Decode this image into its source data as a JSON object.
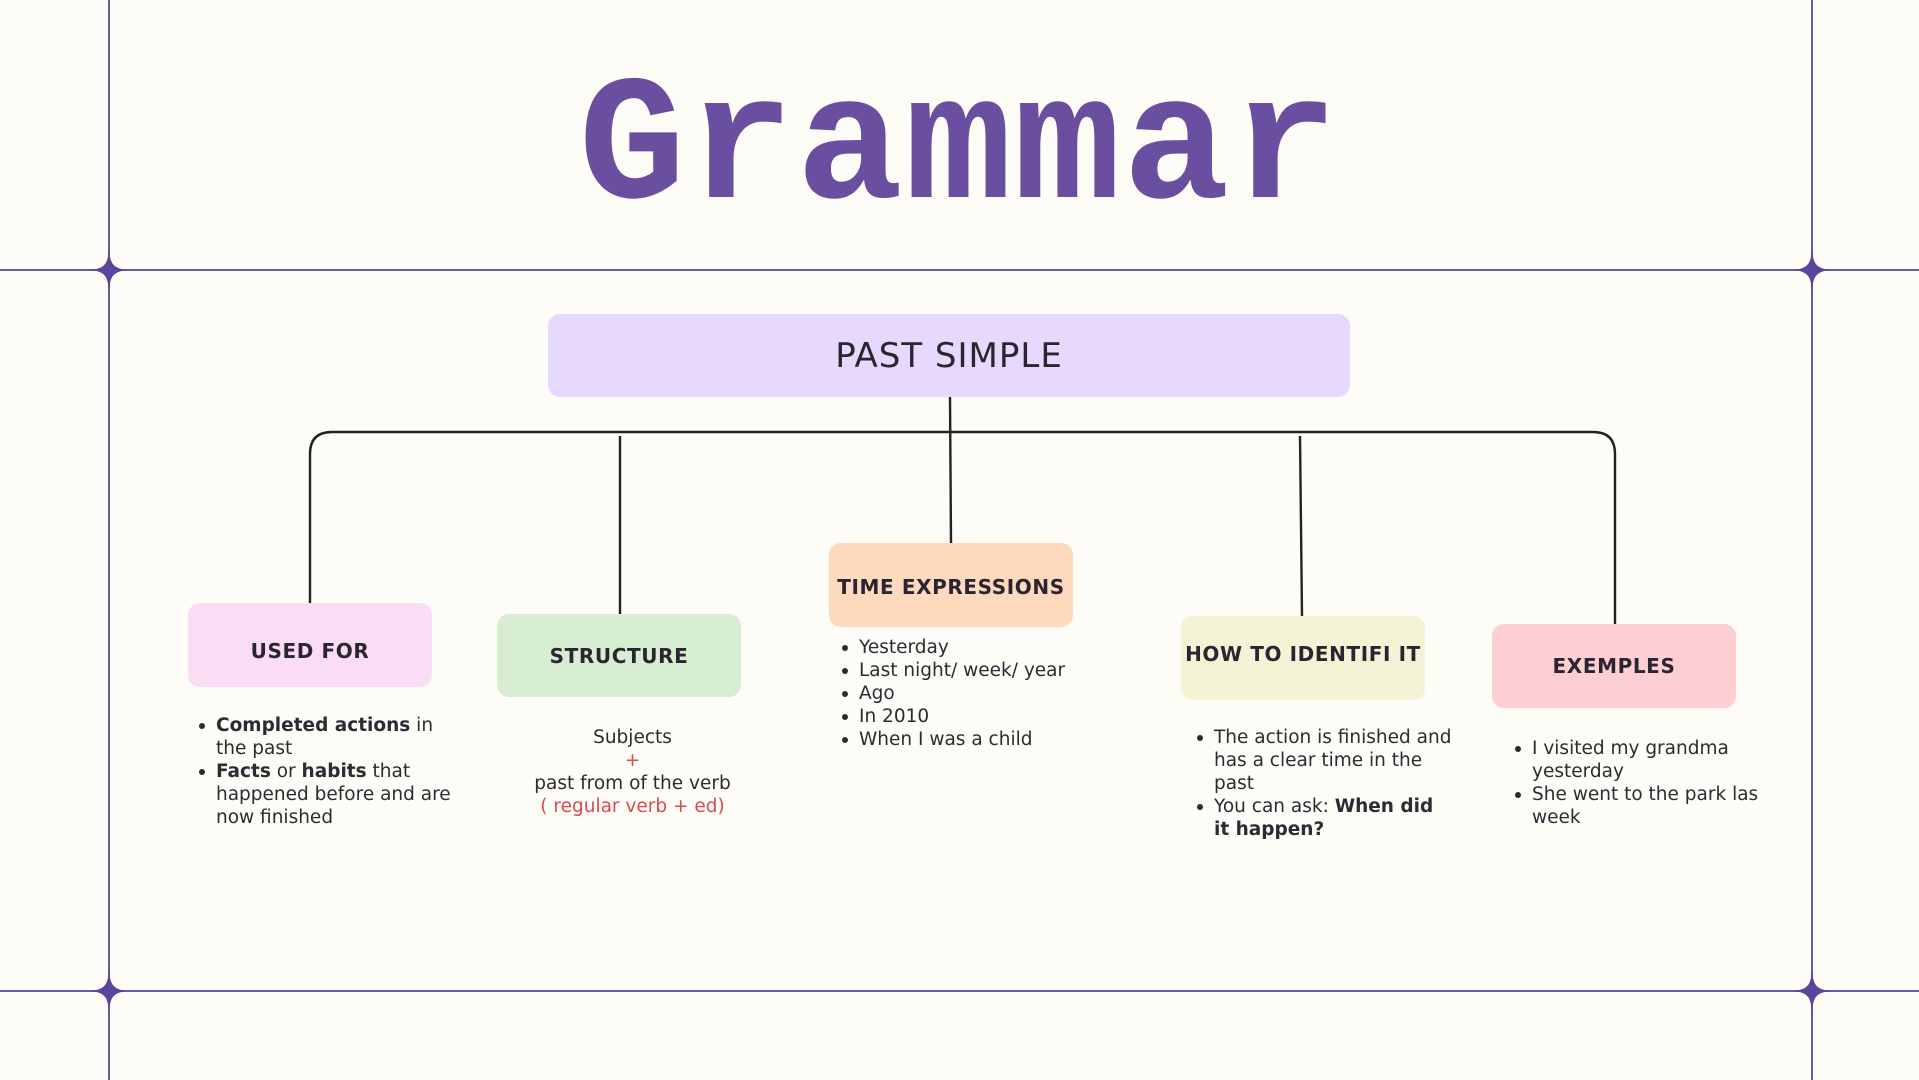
{
  "title": "Grammar",
  "colors": {
    "background": "#fdfcf7",
    "grid_line": "#6b5aa6",
    "title": "#6a4fa0",
    "root_box": "#e6d9fd",
    "used_for_box": "#fbdcf5",
    "structure_box": "#d7eed3",
    "time_expressions_box": "#fdd9bd",
    "how_to_identify_box": "#f4f3d6",
    "examples_box": "#fdcfd2",
    "connector": "#222222",
    "accent_red": "#d94a52"
  },
  "root": {
    "label": "PAST SIMPLE"
  },
  "categories": [
    {
      "id": "used_for",
      "label": "USED FOR",
      "items": [
        {
          "bold": "Completed actions",
          "text": " in the past"
        },
        {
          "bold1": "Facts",
          "mid": " or ",
          "bold2": "habits",
          "text": " that happened before and are now finished"
        }
      ]
    },
    {
      "id": "structure",
      "label": "STRUCTURE",
      "lines": [
        "Subjects",
        "+",
        "past from of the verb",
        "( regular verb + ed)"
      ]
    },
    {
      "id": "time_expressions",
      "label": "TIME EXPRESSIONS",
      "items": [
        "Yesterday",
        "Last night/ week/ year",
        "Ago",
        "In 2010",
        "When I was a child"
      ]
    },
    {
      "id": "how_to_identify",
      "label": "HOW TO IDENTIFI IT",
      "items": [
        {
          "text": "The action is finished and has a clear time in the past"
        },
        {
          "text": "You can ask: ",
          "bold": "When did it happen?"
        }
      ]
    },
    {
      "id": "examples",
      "label": "EXEMPLES",
      "items": [
        "I visited my grandma yesterday",
        "She went to the park las week"
      ]
    }
  ]
}
